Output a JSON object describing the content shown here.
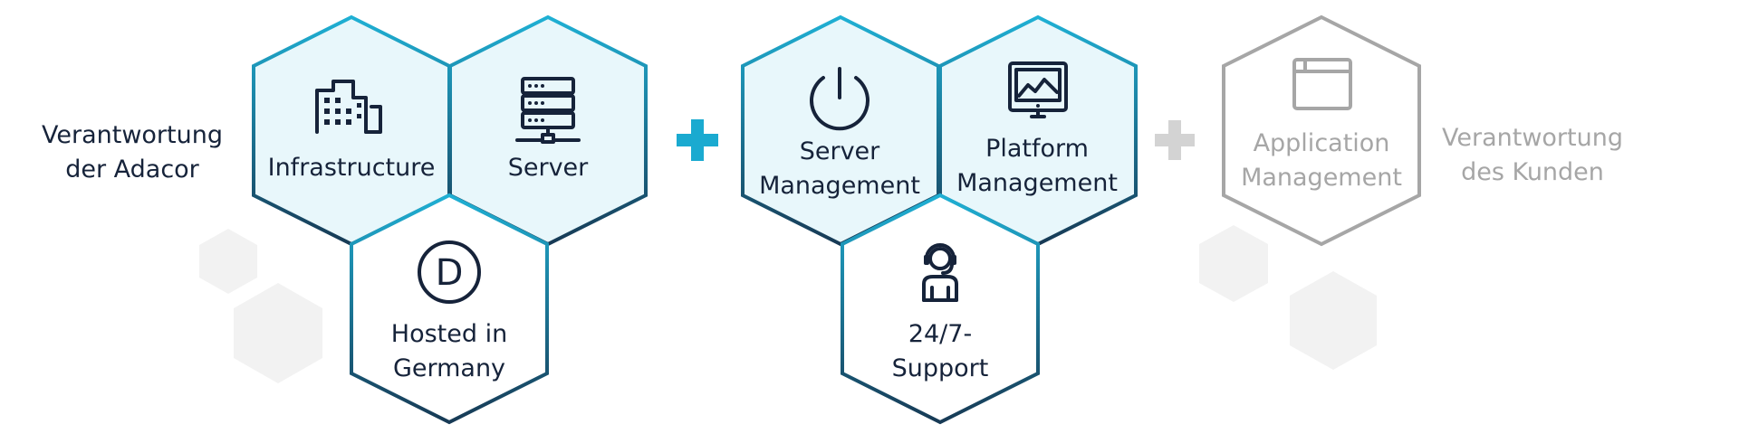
{
  "left_caption": {
    "line1": "Verantwortung",
    "line2": "der Adacor"
  },
  "right_caption": {
    "line1": "Verantwortung",
    "line2": "des Kunden"
  },
  "group_adacor_infra": {
    "infrastructure": {
      "label": "Infrastructure",
      "icon": "building-icon"
    },
    "server": {
      "label": "Server",
      "icon": "server-rack-icon"
    },
    "hosted": {
      "line1": "Hosted in",
      "line2": "Germany",
      "icon": "d-circle-icon"
    }
  },
  "group_adacor_services": {
    "server_management": {
      "line1": "Server",
      "line2": "Management",
      "icon": "power-icon"
    },
    "platform_management": {
      "line1": "Platform",
      "line2": "Management",
      "icon": "monitor-chart-icon"
    },
    "support": {
      "line1": "24/7-",
      "line2": "Support",
      "icon": "headset-agent-icon"
    }
  },
  "group_customer": {
    "application_management": {
      "line1": "Application",
      "line2": "Management",
      "icon": "browser-window-icon"
    }
  },
  "colors": {
    "hex_fill": "#e8f7fb",
    "hex_border_top": "#1fb0d4",
    "hex_border_bottom": "#173a55",
    "plus_active": "#1aaad0",
    "plus_inactive": "#d3d3d3",
    "text_dark": "#16233a",
    "text_grey": "#a6a6a6",
    "decor_hex": "#f2f2f2"
  }
}
